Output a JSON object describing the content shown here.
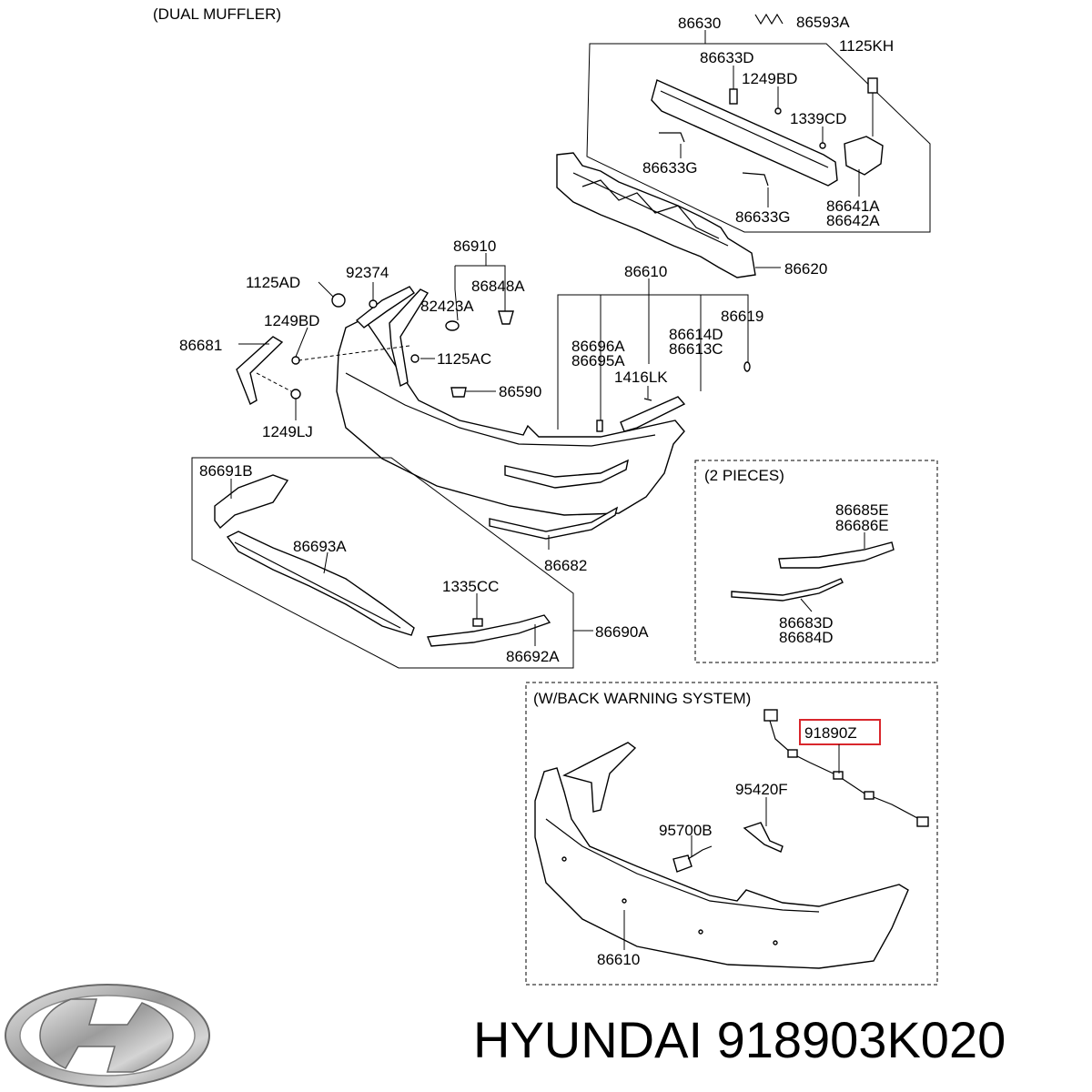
{
  "labels": {
    "dual_muffler": "(DUAL MUFFLER)",
    "p86630": "86630",
    "p86593A": "86593A",
    "p1125KH": "1125KH",
    "p86633D": "86633D",
    "p1249BD_top": "1249BD",
    "p1339CD": "1339CD",
    "p86633G_a": "86633G",
    "p86633G_b": "86633G",
    "p86641A": "86641A",
    "p86642A": "86642A",
    "p86620": "86620",
    "p86910": "86910",
    "p1125AD": "1125AD",
    "p92374": "92374",
    "p86848A": "86848A",
    "p82423A": "82423A",
    "p1249BD_left": "1249BD",
    "p86681": "86681",
    "p1125AC": "1125AC",
    "p86590": "86590",
    "p1249LJ": "1249LJ",
    "p86610_top": "86610",
    "p86619": "86619",
    "p86696A": "86696A",
    "p86695A": "86695A",
    "p86614D": "86614D",
    "p86613C": "86613C",
    "p1416LK": "1416LK",
    "p86691B": "86691B",
    "p86693A": "86693A",
    "p1335CC": "1335CC",
    "p86690A": "86690A",
    "p86692A": "86692A",
    "p86682": "86682",
    "two_pieces": "(2 PIECES)",
    "p86685E": "86685E",
    "p86686E": "86686E",
    "p86683D": "86683D",
    "p86684D": "86684D",
    "back_warning": "(W/BACK WARNING SYSTEM)",
    "p91890Z": "91890Z",
    "p95420F": "95420F",
    "p95700B": "95700B",
    "p86610_bottom": "86610"
  },
  "caption": "HYUNDAI 918903K020",
  "colors": {
    "highlight": "#d9262c",
    "logo_silver": "#9a9a9a"
  },
  "icons": {
    "logo": "hyundai-logo-icon"
  }
}
